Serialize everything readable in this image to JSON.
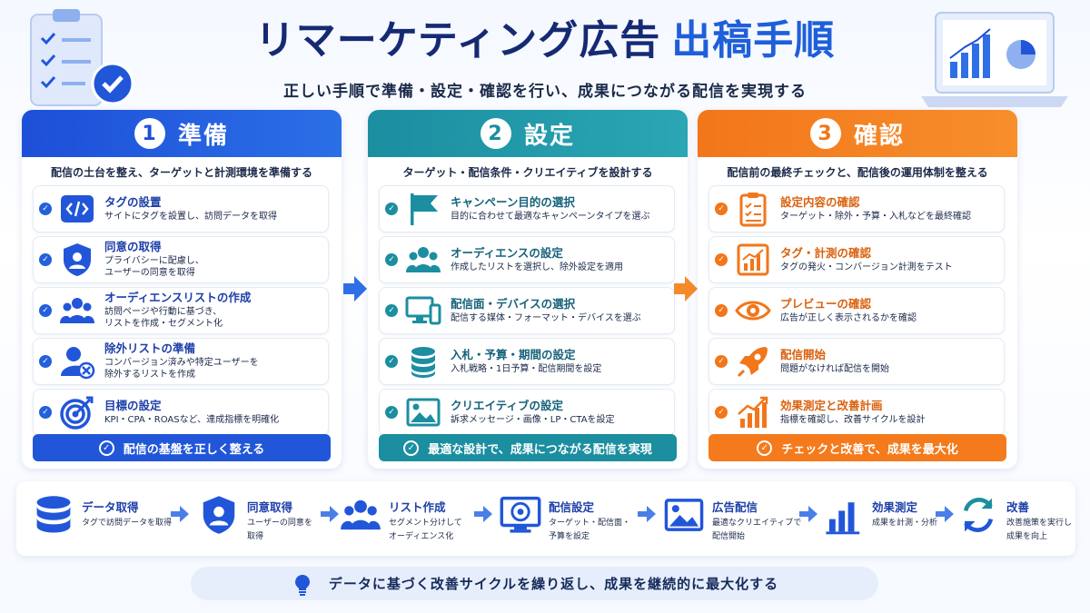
{
  "title": {
    "main": "リマーケティング広告",
    "highlight": "出稿手順"
  },
  "subtitle": "正しい手順で準備・設定・確認を行い、成果につながる配信を実現する",
  "colors": {
    "blue": "#2156d9",
    "teal": "#1b8ea0",
    "orange": "#f47a1c",
    "navy": "#162a73"
  },
  "columns": [
    {
      "number": "1",
      "heading": "準備",
      "description": "配信の土台を整え、ターゲットと計測環境を準備する",
      "items": [
        {
          "icon": "code-tag-icon",
          "title": "タグの設置",
          "desc": [
            "サイトにタグを設置し、訪問データを取得"
          ]
        },
        {
          "icon": "shield-user-icon",
          "title": "同意の取得",
          "desc": [
            "プライバシーに配慮し、",
            "ユーザーの同意を取得"
          ]
        },
        {
          "icon": "users-icon",
          "title": "オーディエンスリストの作成",
          "desc": [
            "訪問ページや行動に基づき、",
            "リストを作成・セグメント化"
          ]
        },
        {
          "icon": "user-exclude-icon",
          "title": "除外リストの準備",
          "desc": [
            "コンバージョン済みや特定ユーザーを",
            "除外するリストを作成"
          ]
        },
        {
          "icon": "target-icon",
          "title": "目標の設定",
          "desc": [
            "KPI・CPA・ROASなど、達成指標を明確化"
          ]
        }
      ],
      "footer": "配信の基盤を正しく整える"
    },
    {
      "number": "2",
      "heading": "設定",
      "description": "ターゲット・配信条件・クリエイティブを設計する",
      "items": [
        {
          "icon": "flag-icon",
          "title": "キャンペーン目的の選択",
          "desc": [
            "目的に合わせて最適なキャンペーンタイプを選ぶ"
          ]
        },
        {
          "icon": "users-icon",
          "title": "オーディエンスの設定",
          "desc": [
            "作成したリストを選択し、除外設定を適用"
          ]
        },
        {
          "icon": "devices-icon",
          "title": "配信面・デバイスの選択",
          "desc": [
            "配信する媒体・フォーマット・デバイスを選ぶ"
          ]
        },
        {
          "icon": "coins-icon",
          "title": "入札・予算・期間の設定",
          "desc": [
            "入札戦略・1日予算・配信期間を設定"
          ]
        },
        {
          "icon": "image-icon",
          "title": "クリエイティブの設定",
          "desc": [
            "訴求メッセージ・画像・LP・CTAを設定"
          ]
        }
      ],
      "footer": "最適な設計で、成果につながる配信を実現"
    },
    {
      "number": "3",
      "heading": "確認",
      "description": "配信前の最終チェックと、配信後の運用体制を整える",
      "items": [
        {
          "icon": "clipboard-check-icon",
          "title": "設定内容の確認",
          "desc": [
            "ターゲット・除外・予算・入札などを最終確認"
          ]
        },
        {
          "icon": "chart-icon",
          "title": "タグ・計測の確認",
          "desc": [
            "タグの発火・コンバージョン計測をテスト"
          ]
        },
        {
          "icon": "eye-icon",
          "title": "プレビューの確認",
          "desc": [
            "広告が正しく表示されるかを確認"
          ]
        },
        {
          "icon": "rocket-icon",
          "title": "配信開始",
          "desc": [
            "問題がなければ配信を開始"
          ]
        },
        {
          "icon": "growth-chart-icon",
          "title": "効果測定と改善計画",
          "desc": [
            "指標を確認し、改善サイクルを設計"
          ]
        }
      ],
      "footer": "チェックと改善で、成果を最大化"
    }
  ],
  "flow": [
    {
      "icon": "database-icon",
      "title": "データ取得",
      "desc": [
        "タグで訪問データを取得"
      ]
    },
    {
      "icon": "shield-user-icon",
      "title": "同意取得",
      "desc": [
        "ユーザーの同意を",
        "取得"
      ]
    },
    {
      "icon": "users-icon",
      "title": "リスト作成",
      "desc": [
        "セグメント分けして",
        "オーディエンス化"
      ]
    },
    {
      "icon": "monitor-target-icon",
      "title": "配信設定",
      "desc": [
        "ターゲット・配信面・",
        "予算を設定"
      ]
    },
    {
      "icon": "image-icon",
      "title": "広告配信",
      "desc": [
        "最適なクリエイティブで",
        "配信開始"
      ]
    },
    {
      "icon": "bar-chart-icon",
      "title": "効果測定",
      "desc": [
        "成果を計測・分析"
      ]
    },
    {
      "icon": "refresh-icon",
      "title": "改善",
      "desc": [
        "改善施策を実行し",
        "成果を向上"
      ]
    }
  ],
  "message": "データに基づく改善サイクルを繰り返し、成果を継続的に最大化する"
}
